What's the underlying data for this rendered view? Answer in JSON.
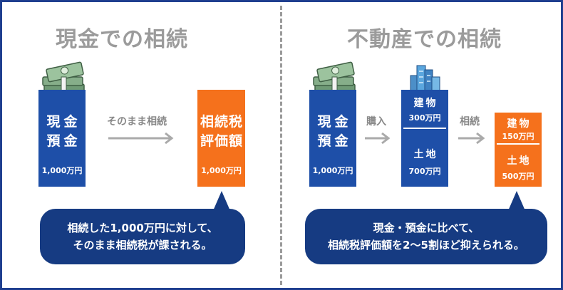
{
  "left": {
    "title": "現金での相続",
    "cash_box": {
      "line1": "現金",
      "line2": "預金",
      "amount": "1,000万円"
    },
    "arrow_label": "そのまま相続",
    "tax_box": {
      "line1": "相続税",
      "line2": "評価額",
      "amount": "1,000万円"
    },
    "bubble": {
      "line1": "相続した1,000万円に対して、",
      "line2": "そのまま相続税が課される。"
    }
  },
  "right": {
    "title": "不動産での相続",
    "cash_box": {
      "line1": "現金",
      "line2": "預金",
      "amount": "1,000万円"
    },
    "arrow1_label": "購入",
    "property_box": {
      "building": "建物",
      "building_amount": "300万円",
      "land": "土地",
      "land_amount": "700万円"
    },
    "arrow2_label": "相続",
    "valuation_box": {
      "building": "建物",
      "building_amount": "150万円",
      "land": "土地",
      "land_amount": "500万円"
    },
    "bubble": {
      "line1": "現金・預金に比べて、",
      "line2": "相続税評価額を2〜5割ほど抑えられる。"
    }
  },
  "colors": {
    "blue": "#1e4fa8",
    "orange": "#f5711c",
    "navy": "#163b82",
    "gray": "#9b9b9b",
    "frame": "#1f3f8f"
  },
  "icons": [
    "money-bundle-icon",
    "building-icon",
    "arrow-right-icon"
  ]
}
